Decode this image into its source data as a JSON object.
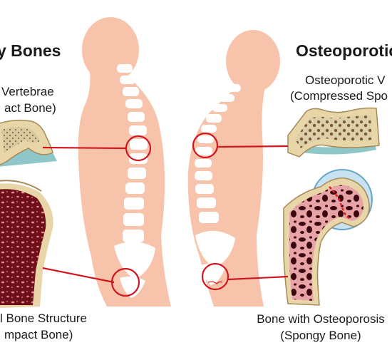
{
  "left": {
    "heading": "y Bones",
    "vertebra_label_1": "Vertebrae",
    "vertebra_label_2": "act Bone)",
    "femur_label_1": "l Bone Structure",
    "femur_label_2": "mpact Bone)"
  },
  "right": {
    "heading": "Osteoporotic",
    "vertebra_label_1": "Osteoporotic V",
    "vertebra_label_2": "(Compressed Spo",
    "femur_label_1": "Bone with Osteoporosis",
    "femur_label_2": "(Spongy Bone)"
  },
  "colors": {
    "skin": "#f7c3ab",
    "bone": "#ffffff",
    "callout": "#d0161e",
    "marrow": "#6e0f1a",
    "cortical": "#e8d5a8",
    "cartilage": "#8fc7c8"
  }
}
